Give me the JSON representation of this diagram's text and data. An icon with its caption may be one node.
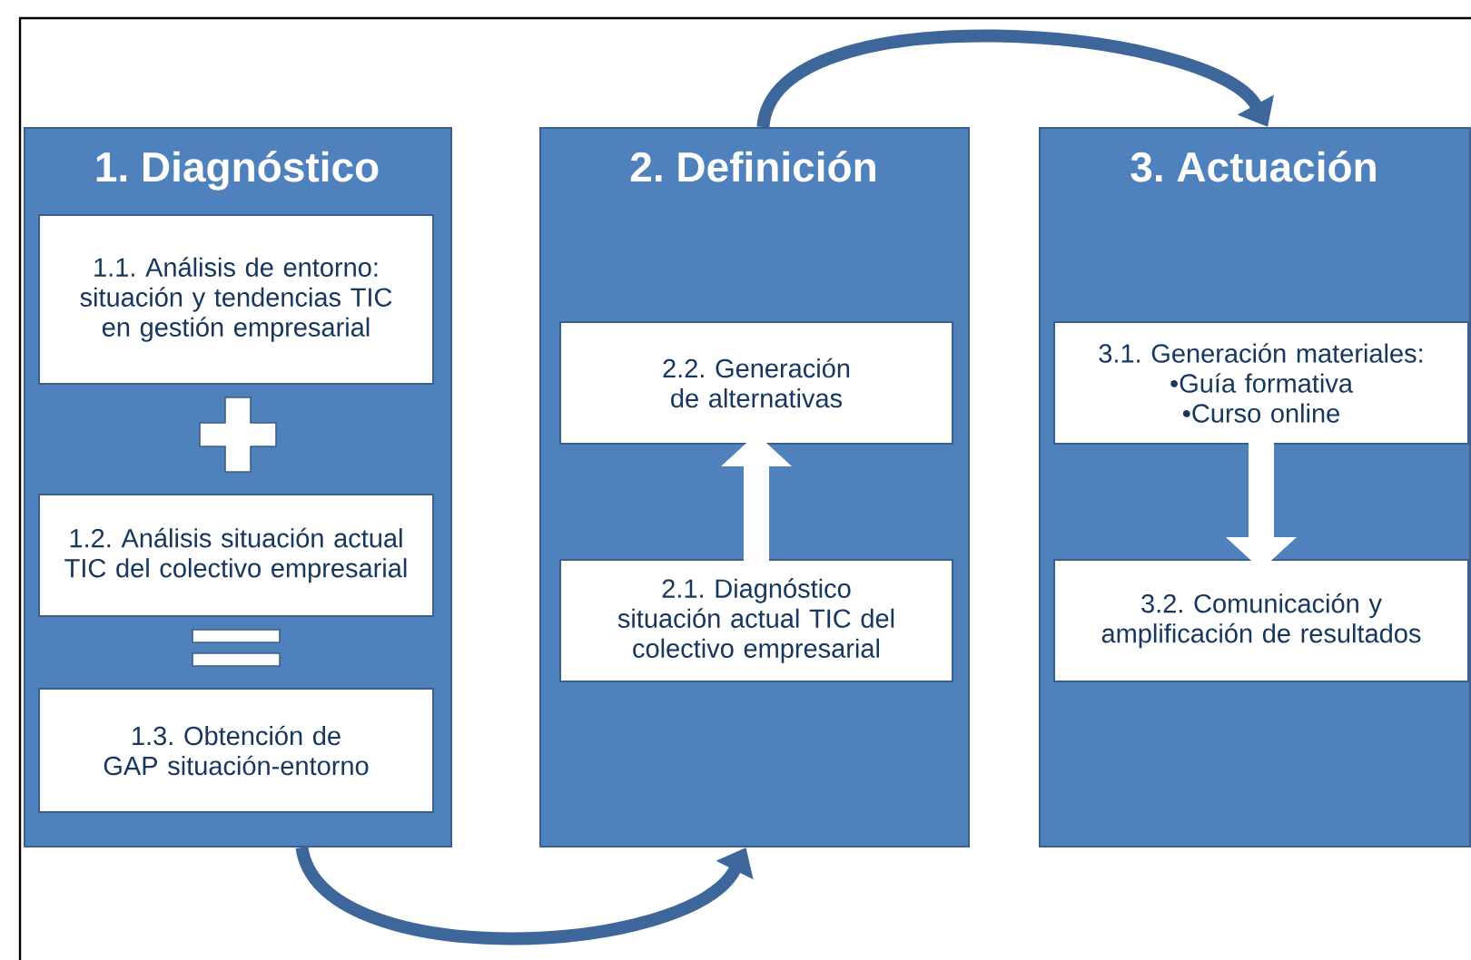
{
  "diagram": {
    "nodes": [
      {
        "text": [
          "1. Diagnóstico"
        ]
      },
      {
        "text": [
          "1.1. Análisis de entorno: situación y tendencias TIC en gestión empresarial"
        ],
        "in": 0
      },
      {
        "text": [
          "1.2. Análisis situación actual TIC del colectivo empresarial"
        ],
        "in": 0
      },
      {
        "text": [
          "1.3. Obtención de GAP situación-entorno"
        ],
        "in": 0
      },
      {
        "text": [
          "2. Definición"
        ]
      },
      {
        "text": [
          "2.2. Generación de alternativas"
        ],
        "in": 4
      },
      {
        "text": [
          "2.1. Diagnóstico situación actual TIC del colectivo empresarial"
        ],
        "in": 4
      },
      {
        "text": [
          "3. Actuación"
        ]
      },
      {
        "text": [
          "3.1. Generación materiales:",
          "•Guía formativa",
          "•Curso online"
        ],
        "in": 7
      },
      {
        "text": [
          "3.2. Comunicación y amplificación de resultados"
        ],
        "in": 7
      }
    ],
    "edges": [
      {
        "from": 0,
        "to": 4,
        "arrow": "to",
        "color": "#3d679b"
      },
      {
        "from": 4,
        "to": 7,
        "arrow": "to",
        "color": "#3d679b"
      },
      {
        "from": 6,
        "to": 5,
        "arrow": "to",
        "style": "thick",
        "color": "#ffffff"
      },
      {
        "from": 8,
        "to": 9,
        "arrow": "to",
        "style": "thick",
        "color": "#ffffff"
      }
    ]
  }
}
